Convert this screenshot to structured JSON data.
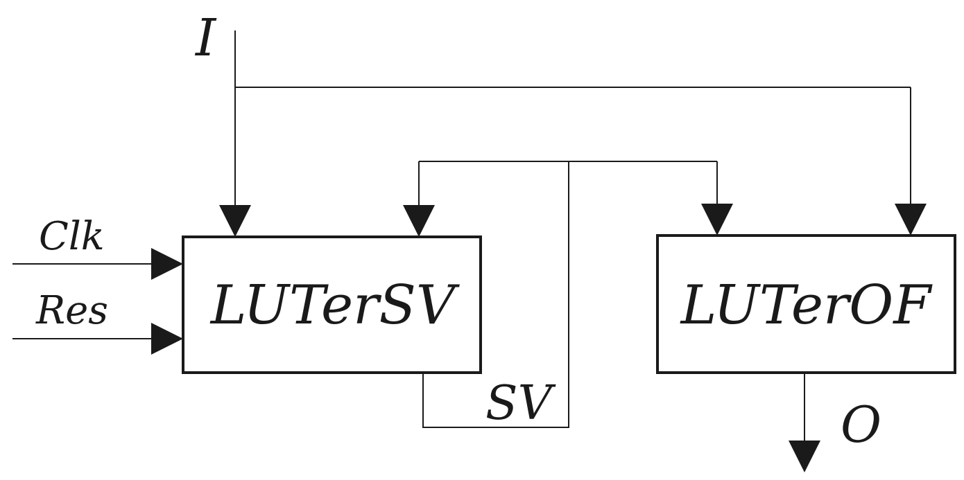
{
  "signals": {
    "input": "I",
    "clock": "Clk",
    "reset": "Res",
    "state": "SV",
    "output": "O"
  },
  "blocks": {
    "state_lut": "LUTerSV",
    "output_lut": "LUTerOF"
  }
}
